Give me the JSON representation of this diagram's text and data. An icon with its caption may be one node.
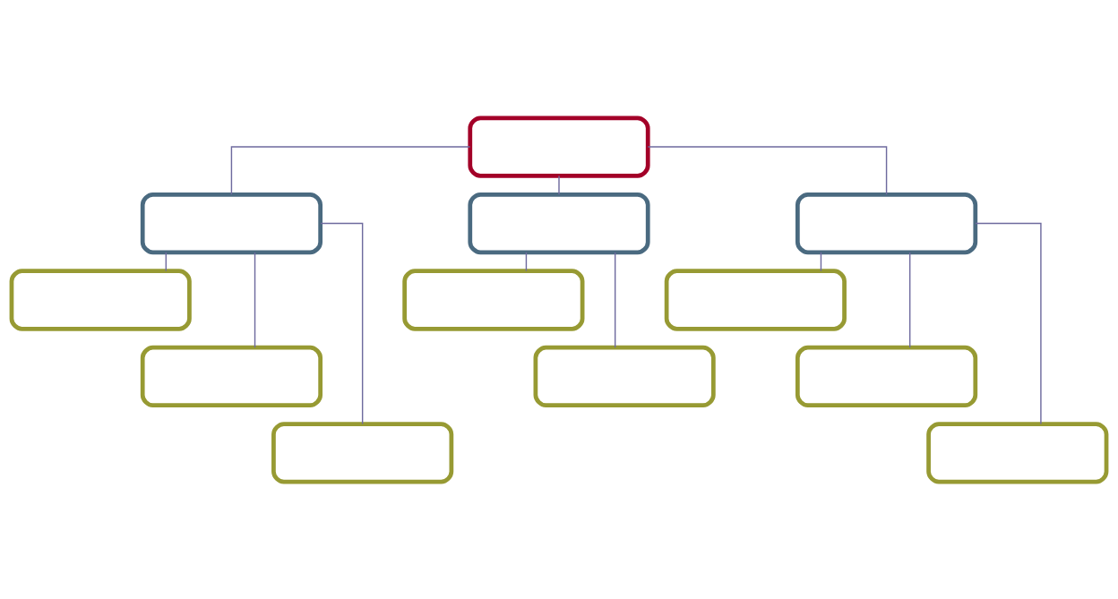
{
  "diagram": {
    "nodes": [
      {
        "text": [],
        "shape": "box"
      },
      {
        "text": [],
        "shape": "box"
      },
      {
        "text": [],
        "shape": "box"
      },
      {
        "text": [],
        "shape": "box"
      },
      {
        "text": [],
        "shape": "box"
      },
      {
        "text": [],
        "shape": "box"
      },
      {
        "text": [],
        "shape": "box"
      },
      {
        "text": [],
        "shape": "box"
      },
      {
        "text": [],
        "shape": "box"
      },
      {
        "text": [],
        "shape": "box"
      },
      {
        "text": [],
        "shape": "box"
      },
      {
        "text": [],
        "shape": "box"
      }
    ],
    "edges": [
      {
        "from": 0,
        "to": 1,
        "arrow": "none"
      },
      {
        "from": 0,
        "to": 2,
        "arrow": "none"
      },
      {
        "from": 0,
        "to": 3,
        "arrow": "none"
      },
      {
        "from": 1,
        "to": 4,
        "arrow": "none"
      },
      {
        "from": 1,
        "to": 7,
        "arrow": "none"
      },
      {
        "from": 1,
        "to": 10,
        "arrow": "none"
      },
      {
        "from": 2,
        "to": 5,
        "arrow": "none"
      },
      {
        "from": 2,
        "to": 8,
        "arrow": "none"
      },
      {
        "from": 3,
        "to": 6,
        "arrow": "none"
      },
      {
        "from": 3,
        "to": 9,
        "arrow": "none"
      },
      {
        "from": 3,
        "to": 11,
        "arrow": "none"
      }
    ]
  }
}
